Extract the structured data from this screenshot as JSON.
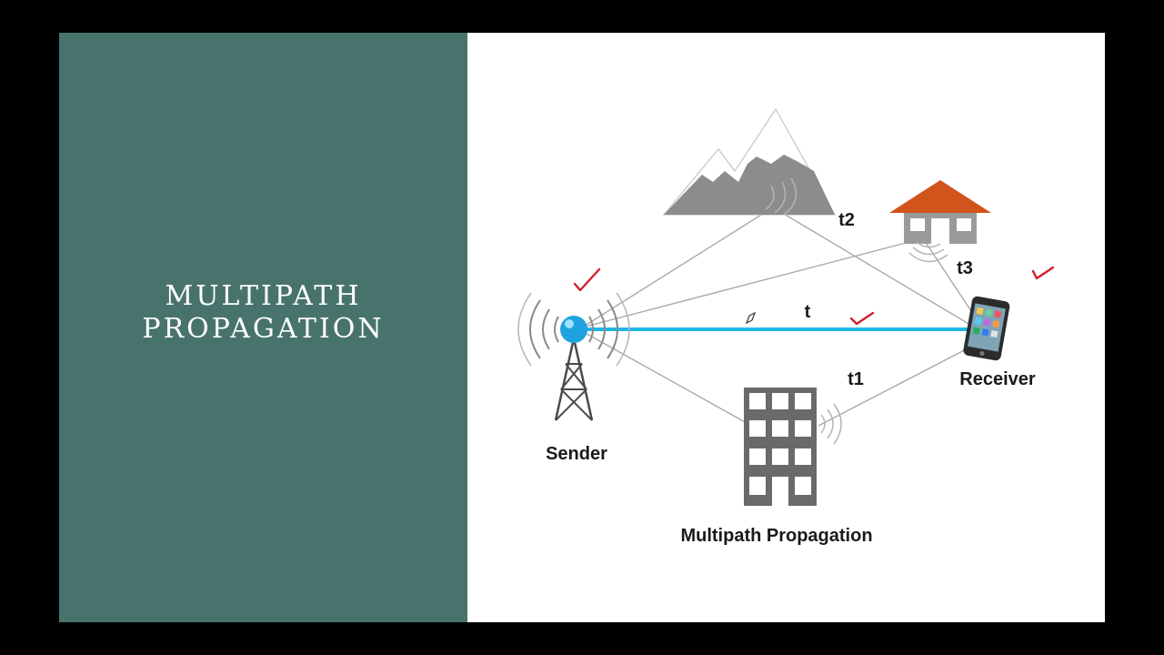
{
  "slide": {
    "title_line1": "MULTIPATH",
    "title_line2": "PROPAGATION"
  },
  "diagram": {
    "sender_label": "Sender",
    "receiver_label": "Receiver",
    "caption": "Multipath Propagation",
    "paths": {
      "direct": "t",
      "building": "t1",
      "mountain": "t2",
      "house": "t3"
    },
    "colors": {
      "panel": "#48736c",
      "direct_signal": "#1fb6e8",
      "roof": "#d2541d",
      "annotation": "#d0202e"
    }
  }
}
